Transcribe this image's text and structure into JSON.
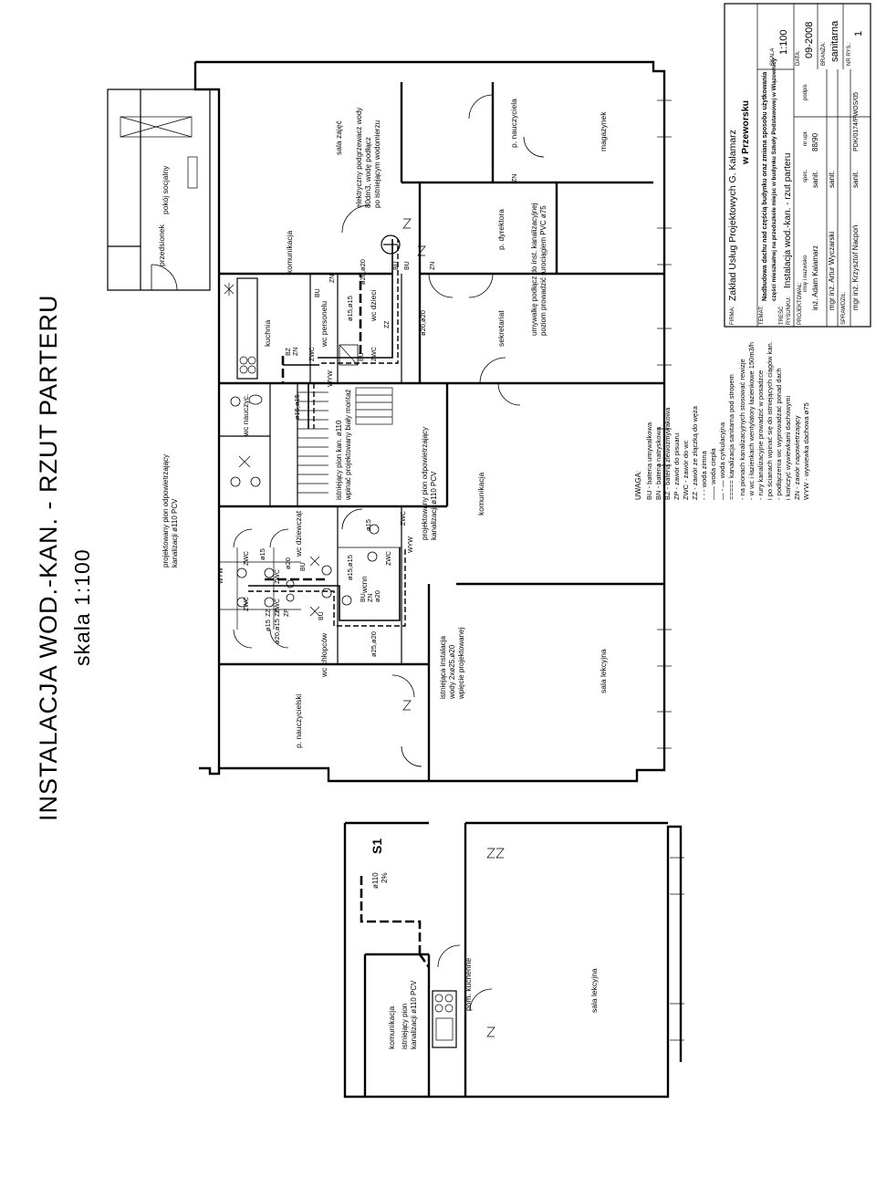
{
  "title": {
    "main": "INSTALACJA WOD.-KAN. - RZUT PARTERU",
    "scale": "skala 1:100"
  },
  "rooms": {
    "przedsionek": "przedsionek",
    "pokoj_socjalny": "pokój socjalny",
    "sala_zajec": "sala zajęć",
    "komunikacja_top": "komunikacja",
    "kuchnia": "kuchnia",
    "wc_personelu": "wc personelu",
    "wc_dzieci": "wc dzieci",
    "p_nauczyciela": "p. nauczyciela",
    "magazynek": "magazynek",
    "p_dyrektora": "p. dyrektora",
    "sekretariat": "sekretariat",
    "wc_nauczyc": "wc nauczyc.",
    "wc_dziewczat": "wc dziewcząt",
    "wc_chlopcow": "wc chłopców",
    "wcnn": "wcnn",
    "komunikacja_mid": "komunikacja",
    "p_nauczycielski": "p. nauczycielski",
    "sala_lekcyjna_1": "sala lekcyjna",
    "sala_lekcyjna_2": "sala lekcyjna",
    "pom_kuchenne": "pom. kuchenne",
    "komunikacja_bottom": "komunikacja"
  },
  "notes": {
    "heater_1": "elektryczny podgrzewacz wody",
    "heater_2": "80dm3, wodę podłącz",
    "heater_3": "po istniejącym wodomierzu",
    "vent_pipe_1": "projektowany pion odpowietrzający",
    "vent_pipe_2": "kanalizacji ø110 PCV",
    "vent_pipe_mid_1": "projektowany pion odpowietrzający",
    "vent_pipe_mid_2": "kanalizacji ø110 PCV",
    "exist_pipe_1": "istniejący pion kan. ø110",
    "exist_pipe_2": "wpinać projektowany biały montaż",
    "exist_inst_1": "istniejąca instalacja",
    "exist_inst_2": "wody 2xø25,ø20",
    "exist_inst_3": "wpięcie projektowanej",
    "sink_conn_1": "umywalkę podłącz do inst. kanalizacyjnej",
    "sink_conn_2": "poziom prowadzić rurociągiem PVC ø75",
    "exist_pipe_b_1": "istniejący pion",
    "exist_pipe_b_2": "kanalizacji ø110 PCV",
    "s1": "S1",
    "s1_pipe": "ø110",
    "s1_slope": "2%"
  },
  "pipe_labels": {
    "p1": "ø20,ø20",
    "p2": "ø15,ø15",
    "p3": "ø20,ø20",
    "p4": "ø15,ø15",
    "p5": "ø15",
    "p6": "ø15,ø15",
    "p7": "ø20",
    "p8": "ø15",
    "p9": "ø20,ø15",
    "p10": "ø25,ø20",
    "p11": "ø15",
    "p12": "ø20"
  },
  "fixture_codes": {
    "bu": "BU",
    "bn": "BN",
    "bz": "BZ",
    "zp": "ZP",
    "zwc": "ZWC",
    "zz": "ZZ",
    "zn": "ZN",
    "wyw": "WYW"
  },
  "legend": {
    "heading": "UWAGA:",
    "items": [
      "BU  -  bateria umywalkowa",
      "BN  -  bateria natryskowa",
      "BZ  -  bateria zlewozmywakowa",
      "ZP  -  zawór do pisuaru",
      "ZWC  -  zawór do wc",
      "ZZ  -  zawór ze złączką do węża",
      "- - -  woda zimna",
      "——  woda ciepła",
      "— - —  woda cyrkulacyjna",
      "=====  kanalizacja sanitarna pod stropem",
      "-  na pionach kanalizacyjnych stosować rewizje",
      "-  w wc i łazienkach wentylatory łazienkowe 150m3/h",
      "-  rury kanalizacyjne prowadzić w posadzce",
      "   i po ścianach wpinać się do istniejących ciągów kan.",
      "-  podłączenia wc wyprowadzać ponad dach",
      "   i kończyć wywiewkami dachowymi",
      "ZN  -  zawór napowietrzający",
      "WYW  -  wywiewka dachowa ø75"
    ]
  },
  "title_block": {
    "firma_label": "FIRMA:",
    "firma": "Zakład Usług Projektowych  G. Kalamarz",
    "firma_2": "w Przeworsku",
    "temat_label": "TEMAT:",
    "temat_1": "Nadbudowa dachu nad częścią budynku oraz zmiana sposobu użytkowania",
    "temat_2": "części mieszkalnej na przedszkole miejsc w budynku Szkoły Podstawowej w Wiązownicy",
    "skala_label": "SKALA",
    "skala": "1:100",
    "tresc_label": "TREŚĆ",
    "rysunku_label": "RYSUNKU:",
    "tresc": "Instalacja wod.-kan. - rzut parteru",
    "data_label": "DATA:",
    "data": "09-2008",
    "branza_label": "BRANŻA:",
    "branza": "sanitarna",
    "nr_rys_label": "NR RYS.:",
    "nr_rys": "1",
    "projektowal_label": "PROJEKTOWAŁ:",
    "col_name": "imię i nazwisko",
    "col_spec": "spec.",
    "col_nr": "nr upr.",
    "col_sign": "podpis",
    "p1_name": "inż. Adam Kalamarz",
    "p1_spec": "sanit.",
    "p1_nr": "88/90",
    "p2_name": "mgr inż. Artur Wyczarski",
    "p2_spec": "sanit.",
    "sprawdzil_label": "SPRAWDZIŁ:",
    "s_name": "mgr inż. Krzysztof Nacpoń",
    "s_spec": "sanit.",
    "s_nr": "PDK/0174/PWOS/05"
  }
}
